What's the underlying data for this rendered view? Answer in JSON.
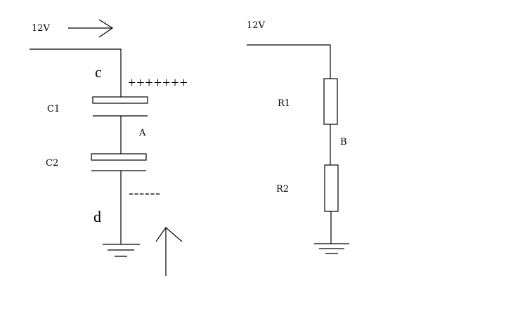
{
  "left_circuit": {
    "supply_label": "12V",
    "node_top_label": "c",
    "node_bottom_label": "d",
    "c1_label": "C1",
    "c2_label": "C2",
    "mid_node_label": "A",
    "positive_charge": "+++++++",
    "negative_charge": "------"
  },
  "right_circuit": {
    "supply_label": "12V",
    "r1_label": "R1",
    "r2_label": "R2",
    "mid_node_label": "B"
  }
}
